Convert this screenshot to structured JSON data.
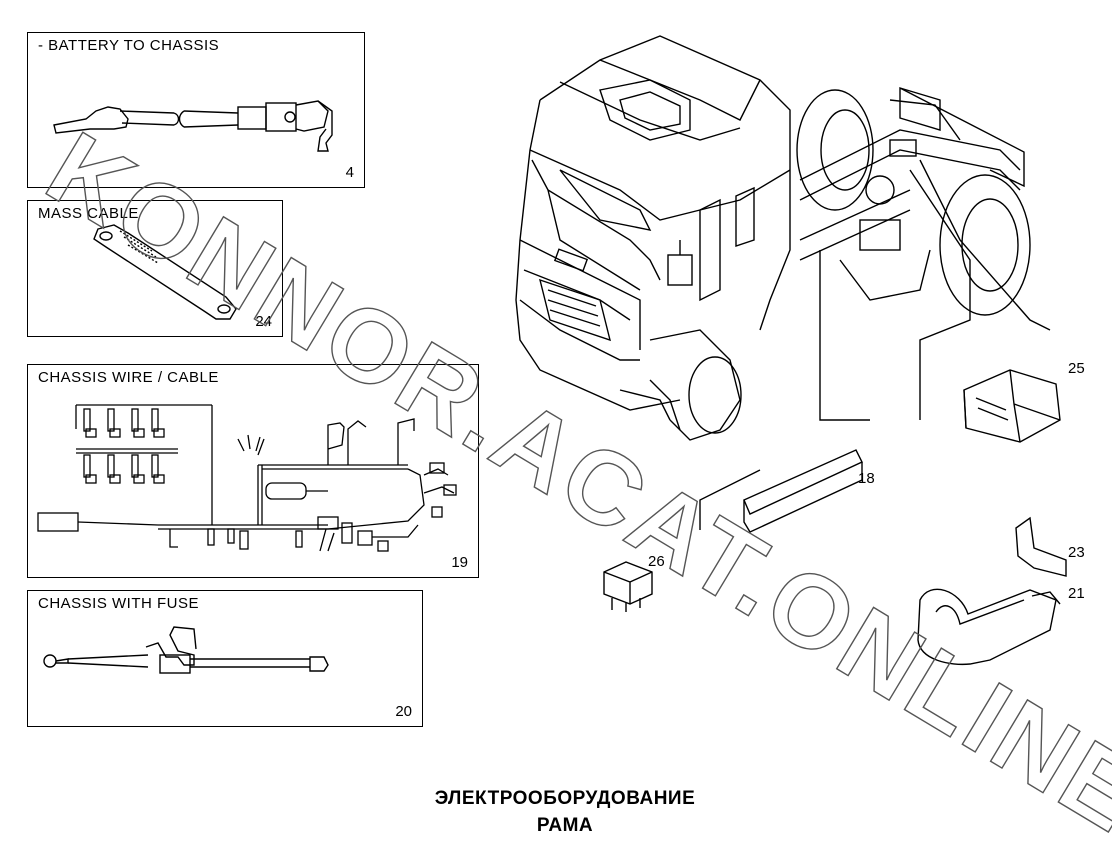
{
  "panels": {
    "battery": {
      "title": "- BATTERY TO CHASSIS",
      "ref": "4"
    },
    "mass": {
      "title": "MASS CABLE",
      "ref": "24"
    },
    "wire": {
      "title": "CHASSIS WIRE / CABLE",
      "ref": "19"
    },
    "fuse": {
      "title": "CHASSIS WITH FUSE",
      "ref": "20"
    }
  },
  "callouts": {
    "ecu": "25",
    "rail": "18",
    "relay": "26",
    "bracket_a": "23",
    "bracket_b": "21"
  },
  "footer": {
    "line1": "ЭЛЕКТРООБОРУДОВАНИЕ",
    "line2": "РАМА"
  },
  "watermark": {
    "text": "KONNOR.ACAT.ONLINE"
  }
}
